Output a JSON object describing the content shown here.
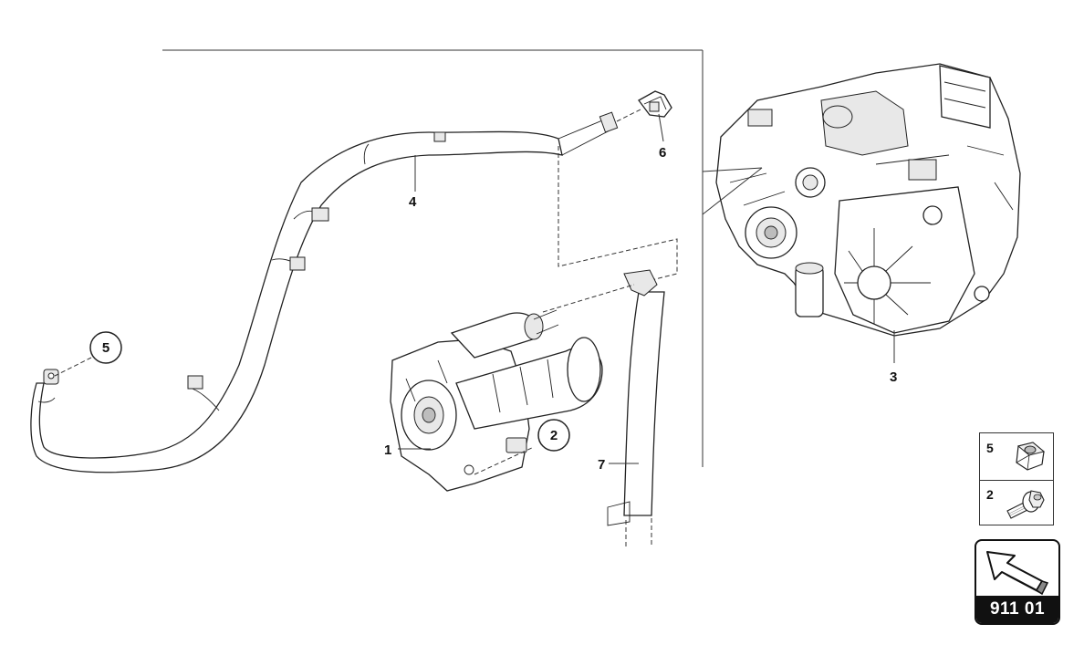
{
  "callouts": {
    "c1": "1",
    "c2": "2",
    "c3": "3",
    "c4": "4",
    "c5": "5",
    "c6": "6",
    "c7": "7"
  },
  "legend": {
    "items": [
      {
        "number": "5",
        "icon": "hex-nut-icon"
      },
      {
        "number": "2",
        "icon": "flange-bolt-icon"
      }
    ]
  },
  "page_reference": {
    "label": "911 01",
    "icon": "arrow-icon"
  }
}
